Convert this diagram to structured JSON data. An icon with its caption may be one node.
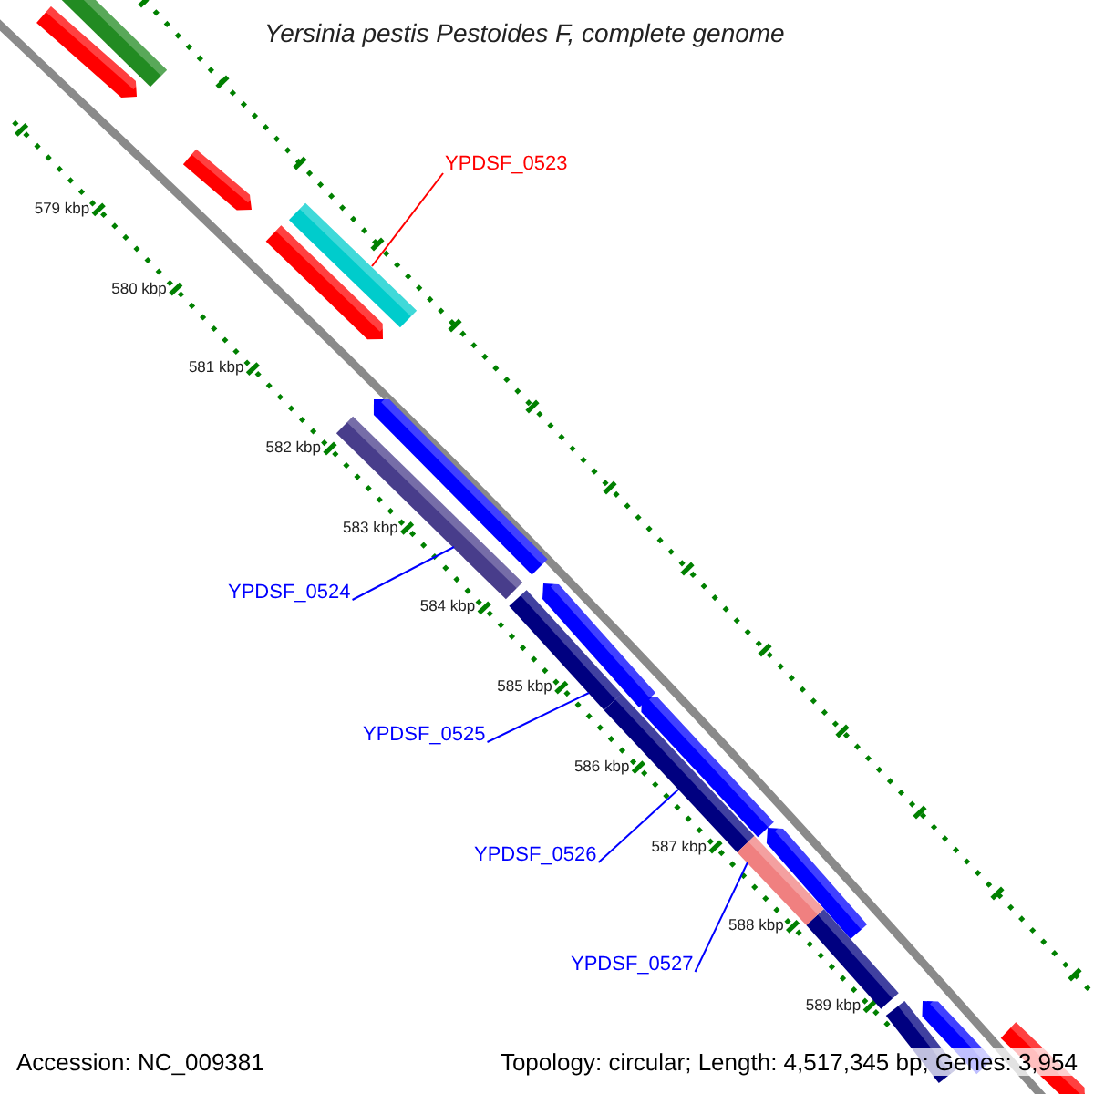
{
  "diagram": {
    "title": "Yersinia pestis Pestoides F, complete genome",
    "nodes": [
      {
        "text": [
          "YPDSF_0523"
        ]
      },
      {
        "text": [
          "YPDSF_0524"
        ]
      },
      {
        "text": [
          "YPDSF_0525"
        ]
      },
      {
        "text": [
          "YPDSF_0526"
        ]
      },
      {
        "text": [
          "YPDSF_0527"
        ]
      },
      {
        "text": [],
        "shape": "bar"
      },
      {
        "text": [],
        "shape": "bar"
      },
      {
        "text": [],
        "shape": "bar"
      },
      {
        "text": [],
        "shape": "bar"
      },
      {
        "text": [],
        "shape": "bar"
      }
    ],
    "edges": [
      {
        "from": 0,
        "to": 5,
        "arrow": "none",
        "color": "#ff0000"
      },
      {
        "from": 1,
        "to": 6,
        "arrow": "none"
      },
      {
        "from": 2,
        "to": 7,
        "arrow": "none"
      },
      {
        "from": 3,
        "to": 8,
        "arrow": "none"
      },
      {
        "from": 4,
        "to": 9,
        "arrow": "none"
      }
    ],
    "labels": [
      "579 kbp",
      "580 kbp",
      "581 kbp",
      "582 kbp",
      "583 kbp",
      "584 kbp",
      "585 kbp",
      "586 kbp",
      "587 kbp",
      "588 kbp",
      "589 kbp",
      "Accession: NC_009381",
      "Topology: circular; Length: 4,517,345 bp; Genes: 3,954"
    ]
  }
}
